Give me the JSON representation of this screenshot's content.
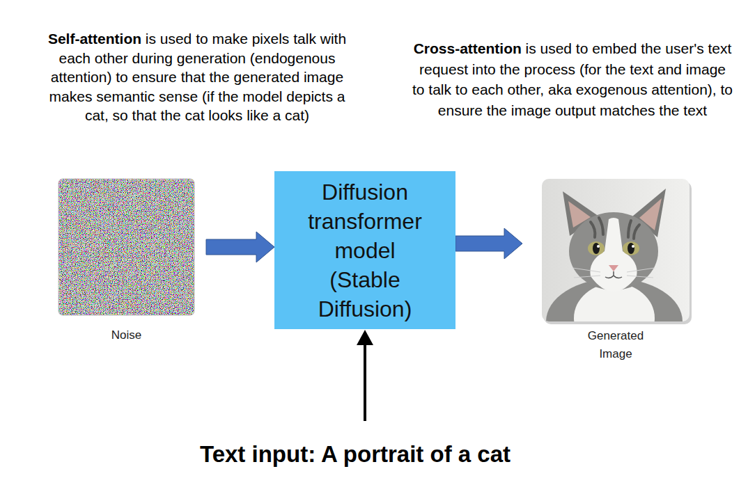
{
  "diagram": {
    "nodes": [
      {
        "text": [
          "Noise"
        ]
      },
      {
        "text": [
          "Diffusion transformer model (Stable Diffusion)"
        ]
      },
      {
        "text": [
          "Generated Image"
        ]
      }
    ],
    "edges": [
      {
        "from": 0,
        "to": 1,
        "arrow": "to"
      },
      {
        "from": 1,
        "to": 2,
        "arrow": "to"
      }
    ],
    "labels": [
      "Self-attention",
      "is used to make pixels talk with each other during generation (endogenous attention) to ensure that the generated image makes semantic sense (if the model depicts a cat, so that the cat looks like a cat)",
      "Cross-attention",
      "is used to embed the user's text request into the process (for the text and image to talk to each other, aka exogenous attention), to ensure the image output matches the text",
      "Text input: A portrait of a cat"
    ]
  }
}
